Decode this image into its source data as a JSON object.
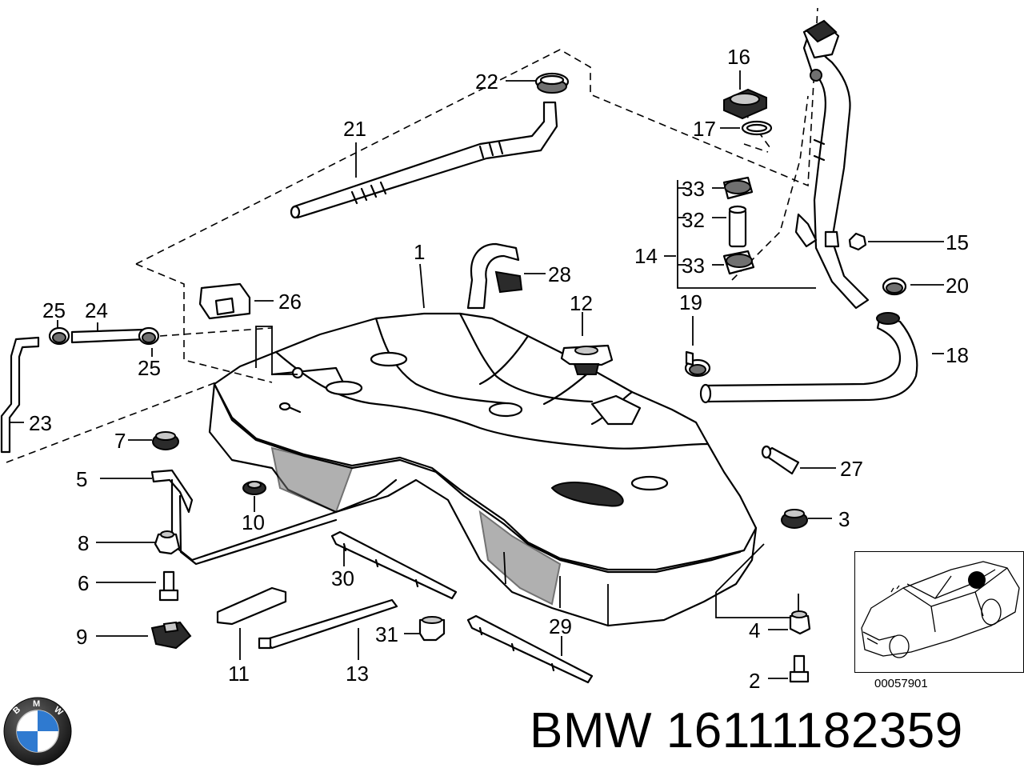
{
  "diagram": {
    "part_labels": [
      "1",
      "2",
      "3",
      "4",
      "5",
      "6",
      "7",
      "8",
      "9",
      "10",
      "11",
      "12",
      "13",
      "14",
      "15",
      "16",
      "17",
      "18",
      "19",
      "20",
      "21",
      "22",
      "23",
      "24",
      "25",
      "25",
      "26",
      "27",
      "28",
      "29",
      "30",
      "31",
      "32",
      "33",
      "33"
    ],
    "inset_code": "00057901"
  },
  "caption": {
    "brand": "BMW",
    "part_number": "16111182359"
  },
  "logo": {
    "name": "bmw-roundel",
    "letters": "BMW",
    "colors": {
      "blue": "#2f7ad0",
      "white": "#ffffff",
      "ring": "#1a1a1a"
    }
  }
}
